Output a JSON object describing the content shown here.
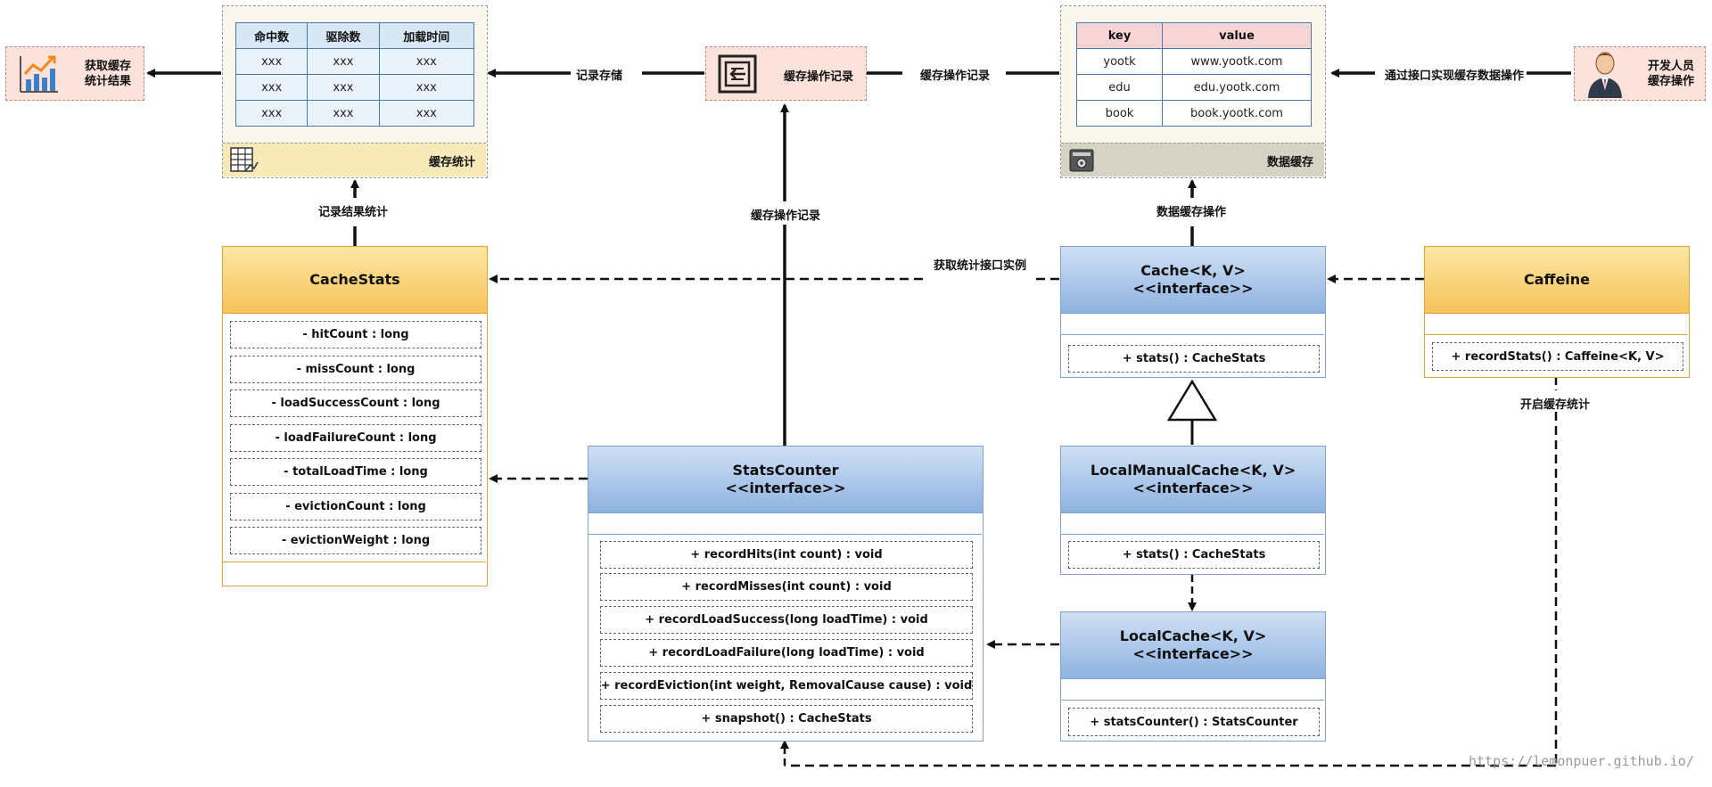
{
  "top": {
    "result": {
      "line1": "获取缓存",
      "line2": "统计结果"
    },
    "store_label": "记录存储",
    "op_record_box": "缓存操作记录",
    "op_record_arrow": "缓存操作记录",
    "dev_arrow": "通过接口实现缓存数据操作",
    "developer": {
      "line1": "开发人员",
      "line2": "缓存操作"
    },
    "record_stats_label": "记录结果统计",
    "op_record_vertical": "缓存操作记录",
    "data_op_label": "数据缓存操作"
  },
  "stats_table": {
    "headers": [
      "命中数",
      "驱除数",
      "加载时间"
    ],
    "rows": [
      [
        "xxx",
        "xxx",
        "xxx"
      ],
      [
        "xxx",
        "xxx",
        "xxx"
      ],
      [
        "xxx",
        "xxx",
        "xxx"
      ]
    ],
    "footer": "缓存统计"
  },
  "data_table": {
    "headers": [
      "key",
      "value"
    ],
    "rows": [
      [
        "yootk",
        "www.yootk.com"
      ],
      [
        "edu",
        "edu.yootk.com"
      ],
      [
        "book",
        "book.yootk.com"
      ]
    ],
    "footer": "数据缓存"
  },
  "uml": {
    "cachestats": {
      "title": "CacheStats",
      "members": [
        "- hitCount : long",
        "- missCount : long",
        "- loadSuccessCount : long",
        "- loadFailureCount : long",
        "- totalLoadTime : long",
        "- evictionCount : long",
        "- evictionWeight : long"
      ]
    },
    "cache": {
      "title": "Cache<K, V>",
      "stereo": "<<interface>>",
      "members": [
        "+ stats() : CacheStats"
      ]
    },
    "caffeine": {
      "title": "Caffeine",
      "members": [
        "+ recordStats() : Caffeine<K, V>"
      ]
    },
    "statscounter": {
      "title": "StatsCounter",
      "stereo": "<<interface>>",
      "members": [
        "+ recordHits(int count) : void",
        "+ recordMisses(int count) : void",
        "+ recordLoadSuccess(long loadTime) : void",
        "+ recordLoadFailure(long loadTime) : void",
        "+ recordEviction(int weight, RemovalCause cause) : void",
        "+ snapshot() : CacheStats"
      ]
    },
    "localmanual": {
      "title": "LocalManualCache<K, V>",
      "stereo": "<<interface>>",
      "members": [
        "+ stats() : CacheStats"
      ]
    },
    "localcache": {
      "title": "LocalCache<K, V>",
      "stereo": "<<interface>>",
      "members": [
        "+ statsCounter() : StatsCounter"
      ]
    }
  },
  "labels": {
    "get_stats_instance": "获取统计接口实例",
    "enable_stats": "开启缓存统计"
  },
  "watermark": "https://lemonpuer.github.io/"
}
